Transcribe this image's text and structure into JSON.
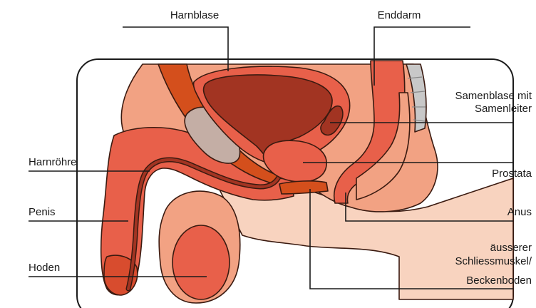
{
  "labels": {
    "harnblase": "Harnblase",
    "enddarm": "Enddarm",
    "samenblase_1": "Samenblase mit",
    "samenblase_2": "Samenleiter",
    "harnroehre": "Harnröhre",
    "prostata": "Prostata",
    "penis": "Penis",
    "anus": "Anus",
    "hoden": "Hoden",
    "schliess_1": "äusserer",
    "schliess_2": "Schliessmuskel/",
    "schliess_3": "Beckenboden"
  },
  "colors": {
    "skin_light": "#f8d3bf",
    "tissue_salmon": "#f2a283",
    "tissue_red": "#e8604a",
    "tissue_deep": "#d84c2e",
    "bladder_dark": "#a23422",
    "gland_orange": "#d44f1c",
    "bone_grey": "#c4aea5",
    "spine_grey": "#c8c8c8",
    "outline": "#3a1a10"
  }
}
